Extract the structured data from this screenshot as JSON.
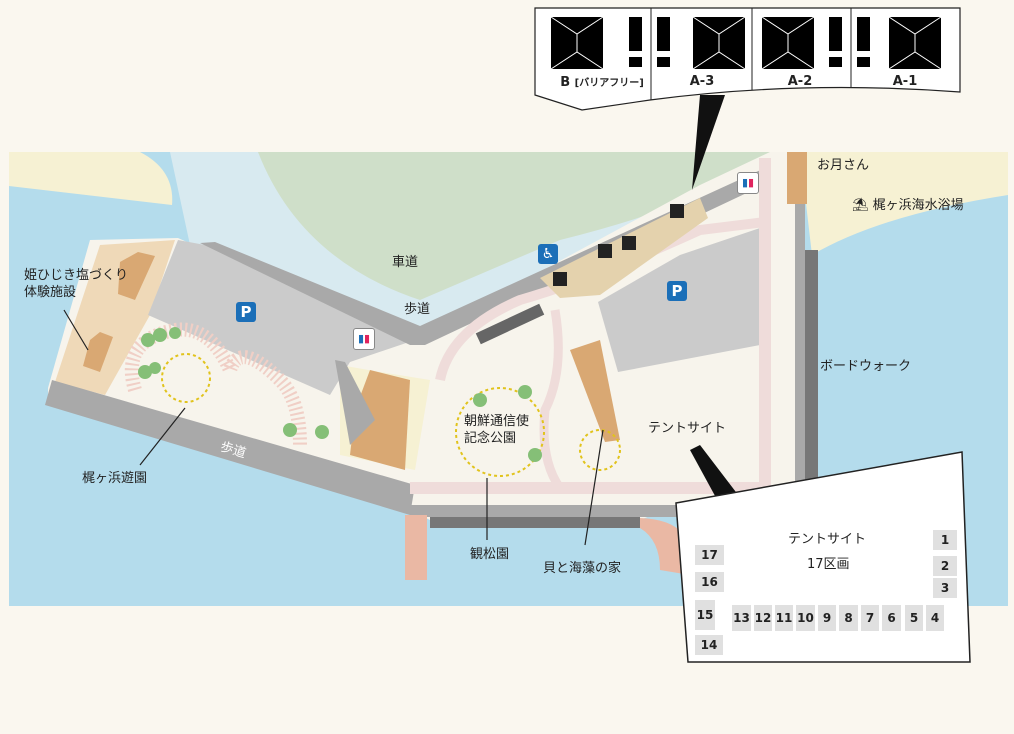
{
  "map": {
    "labels": {
      "car_road": "車道",
      "sidewalk_top": "歩道",
      "sidewalk_bottom": "歩道",
      "himehijiki": "姫ひじき塩づくり\n体験施設",
      "himehijiki_line1": "姫ひじき塩づくり",
      "himehijiki_line2": "体験施設",
      "kajigahama_park": "梶ヶ浜遊園",
      "chosen_line1": "朝鮮通信使",
      "chosen_line2": "記念公園",
      "kanshoen": "観松園",
      "kaito_house": "貝と海藻の家",
      "tent_site": "テントサイト",
      "otsukisan": "お月さん",
      "beach": "梶ヶ浜海水浴場",
      "boardwalk": "ボードウォーク",
      "parking": "P"
    },
    "colors": {
      "sea": "#b4dcec",
      "shallow": "#d8eaf0",
      "green": "#cfdfc9",
      "sand": "#f6f1d3",
      "land": "#f7f4ec",
      "road": "#a9a9a9",
      "parking": "#cbcbcb",
      "path": "#efdcda",
      "building": "#d9a873",
      "parking_sign": "#1b6fb8"
    }
  },
  "toilet_callout": {
    "sections": [
      {
        "label": "B",
        "note": "[バリアフリー]"
      },
      {
        "label": "A-3"
      },
      {
        "label": "A-2"
      },
      {
        "label": "A-1"
      }
    ]
  },
  "tent_callout": {
    "title": "テントサイト",
    "subtitle": "17区画",
    "sites": [
      "1",
      "2",
      "3",
      "4",
      "5",
      "6",
      "7",
      "8",
      "9",
      "10",
      "11",
      "12",
      "13",
      "14",
      "15",
      "16",
      "17"
    ]
  }
}
